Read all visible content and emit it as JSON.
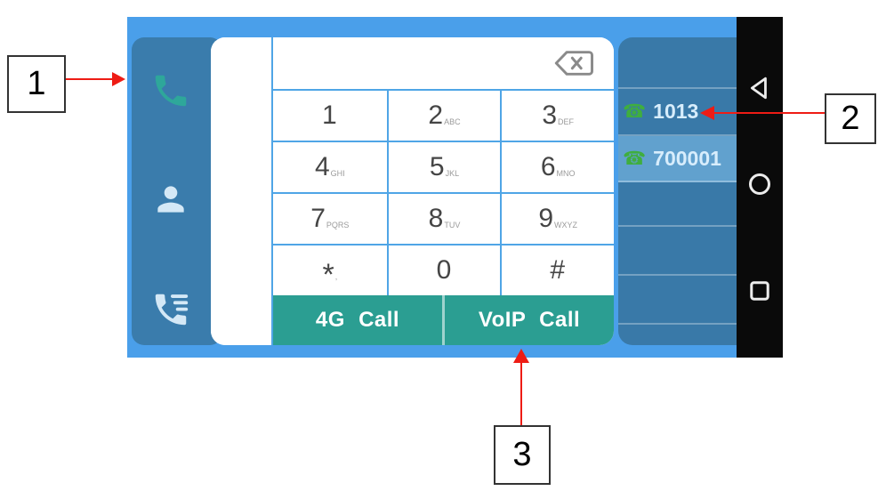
{
  "annotations": {
    "boxes": [
      {
        "label": "1",
        "points_to": "dialer-tab"
      },
      {
        "label": "2",
        "points_to": "account-1013"
      },
      {
        "label": "3",
        "points_to": "voip-call-button"
      }
    ],
    "arrow_color": "#EE1C15"
  },
  "app": {
    "sidebar": {
      "tabs": [
        {
          "id": "dialer",
          "icon": "phone-icon",
          "active": true
        },
        {
          "id": "contacts",
          "icon": "person-icon",
          "active": false
        },
        {
          "id": "call-log",
          "icon": "call-log-icon",
          "active": false
        }
      ]
    },
    "dialer": {
      "input": {
        "value": ""
      },
      "keys": [
        {
          "digit": "1",
          "letters": ""
        },
        {
          "digit": "2",
          "letters": "ABC"
        },
        {
          "digit": "3",
          "letters": "DEF"
        },
        {
          "digit": "4",
          "letters": "GHI"
        },
        {
          "digit": "5",
          "letters": "JKL"
        },
        {
          "digit": "6",
          "letters": "MNO"
        },
        {
          "digit": "7",
          "letters": "PQRS"
        },
        {
          "digit": "8",
          "letters": "TUV"
        },
        {
          "digit": "9",
          "letters": "WXYZ"
        },
        {
          "digit": "*",
          "letters": ","
        },
        {
          "digit": "0",
          "letters": ""
        },
        {
          "digit": "#",
          "letters": ""
        }
      ],
      "call_buttons": [
        {
          "label": "4G Call"
        },
        {
          "label": "VoIP Call"
        }
      ]
    },
    "accounts": {
      "items": [
        {
          "number": "1013",
          "icon": "desk-phone-icon",
          "selected": false
        },
        {
          "number": "700001",
          "icon": "desk-phone-icon",
          "selected": true
        }
      ]
    },
    "navbar": {
      "buttons": [
        {
          "id": "back",
          "icon": "back-triangle-icon"
        },
        {
          "id": "home",
          "icon": "home-circle-icon"
        },
        {
          "id": "recents",
          "icon": "recents-square-icon"
        }
      ]
    }
  },
  "colors": {
    "frame_blue": "#4A9FEA",
    "sidebar_blue": "#3A7CAC",
    "panel_blue": "#3979A8",
    "selected_row_blue": "#61A1CE",
    "keypad_border_blue": "#4FA5E6",
    "call_teal": "#2B9E92",
    "active_icon_teal": "#2EA79A",
    "account_green": "#3FAE3F",
    "arrow_red": "#EE1C15"
  }
}
